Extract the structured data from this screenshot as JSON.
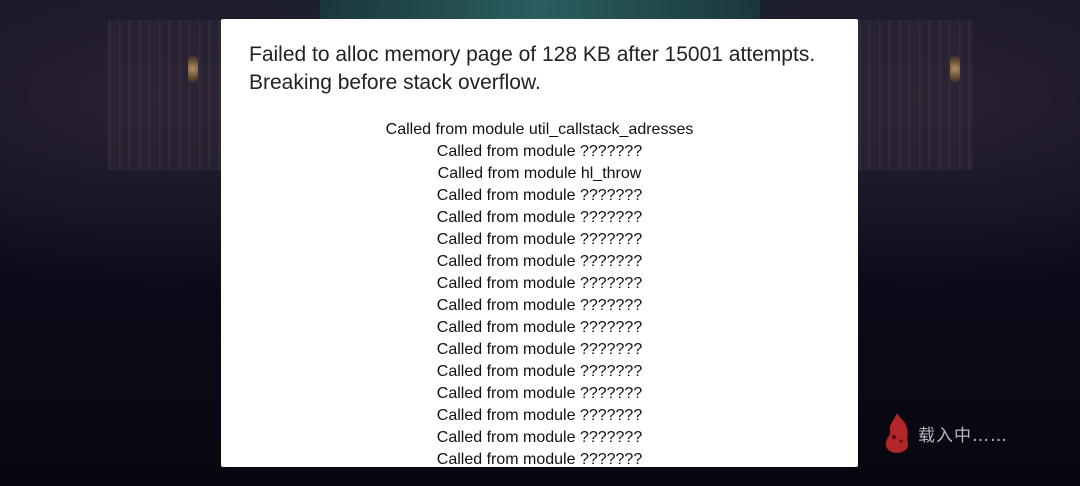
{
  "dialog": {
    "title": "Failed to alloc memory page of 128 KB after 15001 attempts. Breaking before stack overflow.",
    "stack_lines": [
      "Called from module util_callstack_adresses",
      "Called from module ???????",
      "Called from module hl_throw",
      "Called from module ???????",
      "Called from module ???????",
      "Called from module ???????",
      "Called from module ???????",
      "Called from module ???????",
      "Called from module ???????",
      "Called from module ???????",
      "Called from module ???????",
      "Called from module ???????",
      "Called from module ???????",
      "Called from module ???????",
      "Called from module ???????",
      "Called from module ???????"
    ]
  },
  "loading": {
    "icon": "flame-blob-icon",
    "text": "载入中……",
    "icon_color": "#b3262a"
  }
}
